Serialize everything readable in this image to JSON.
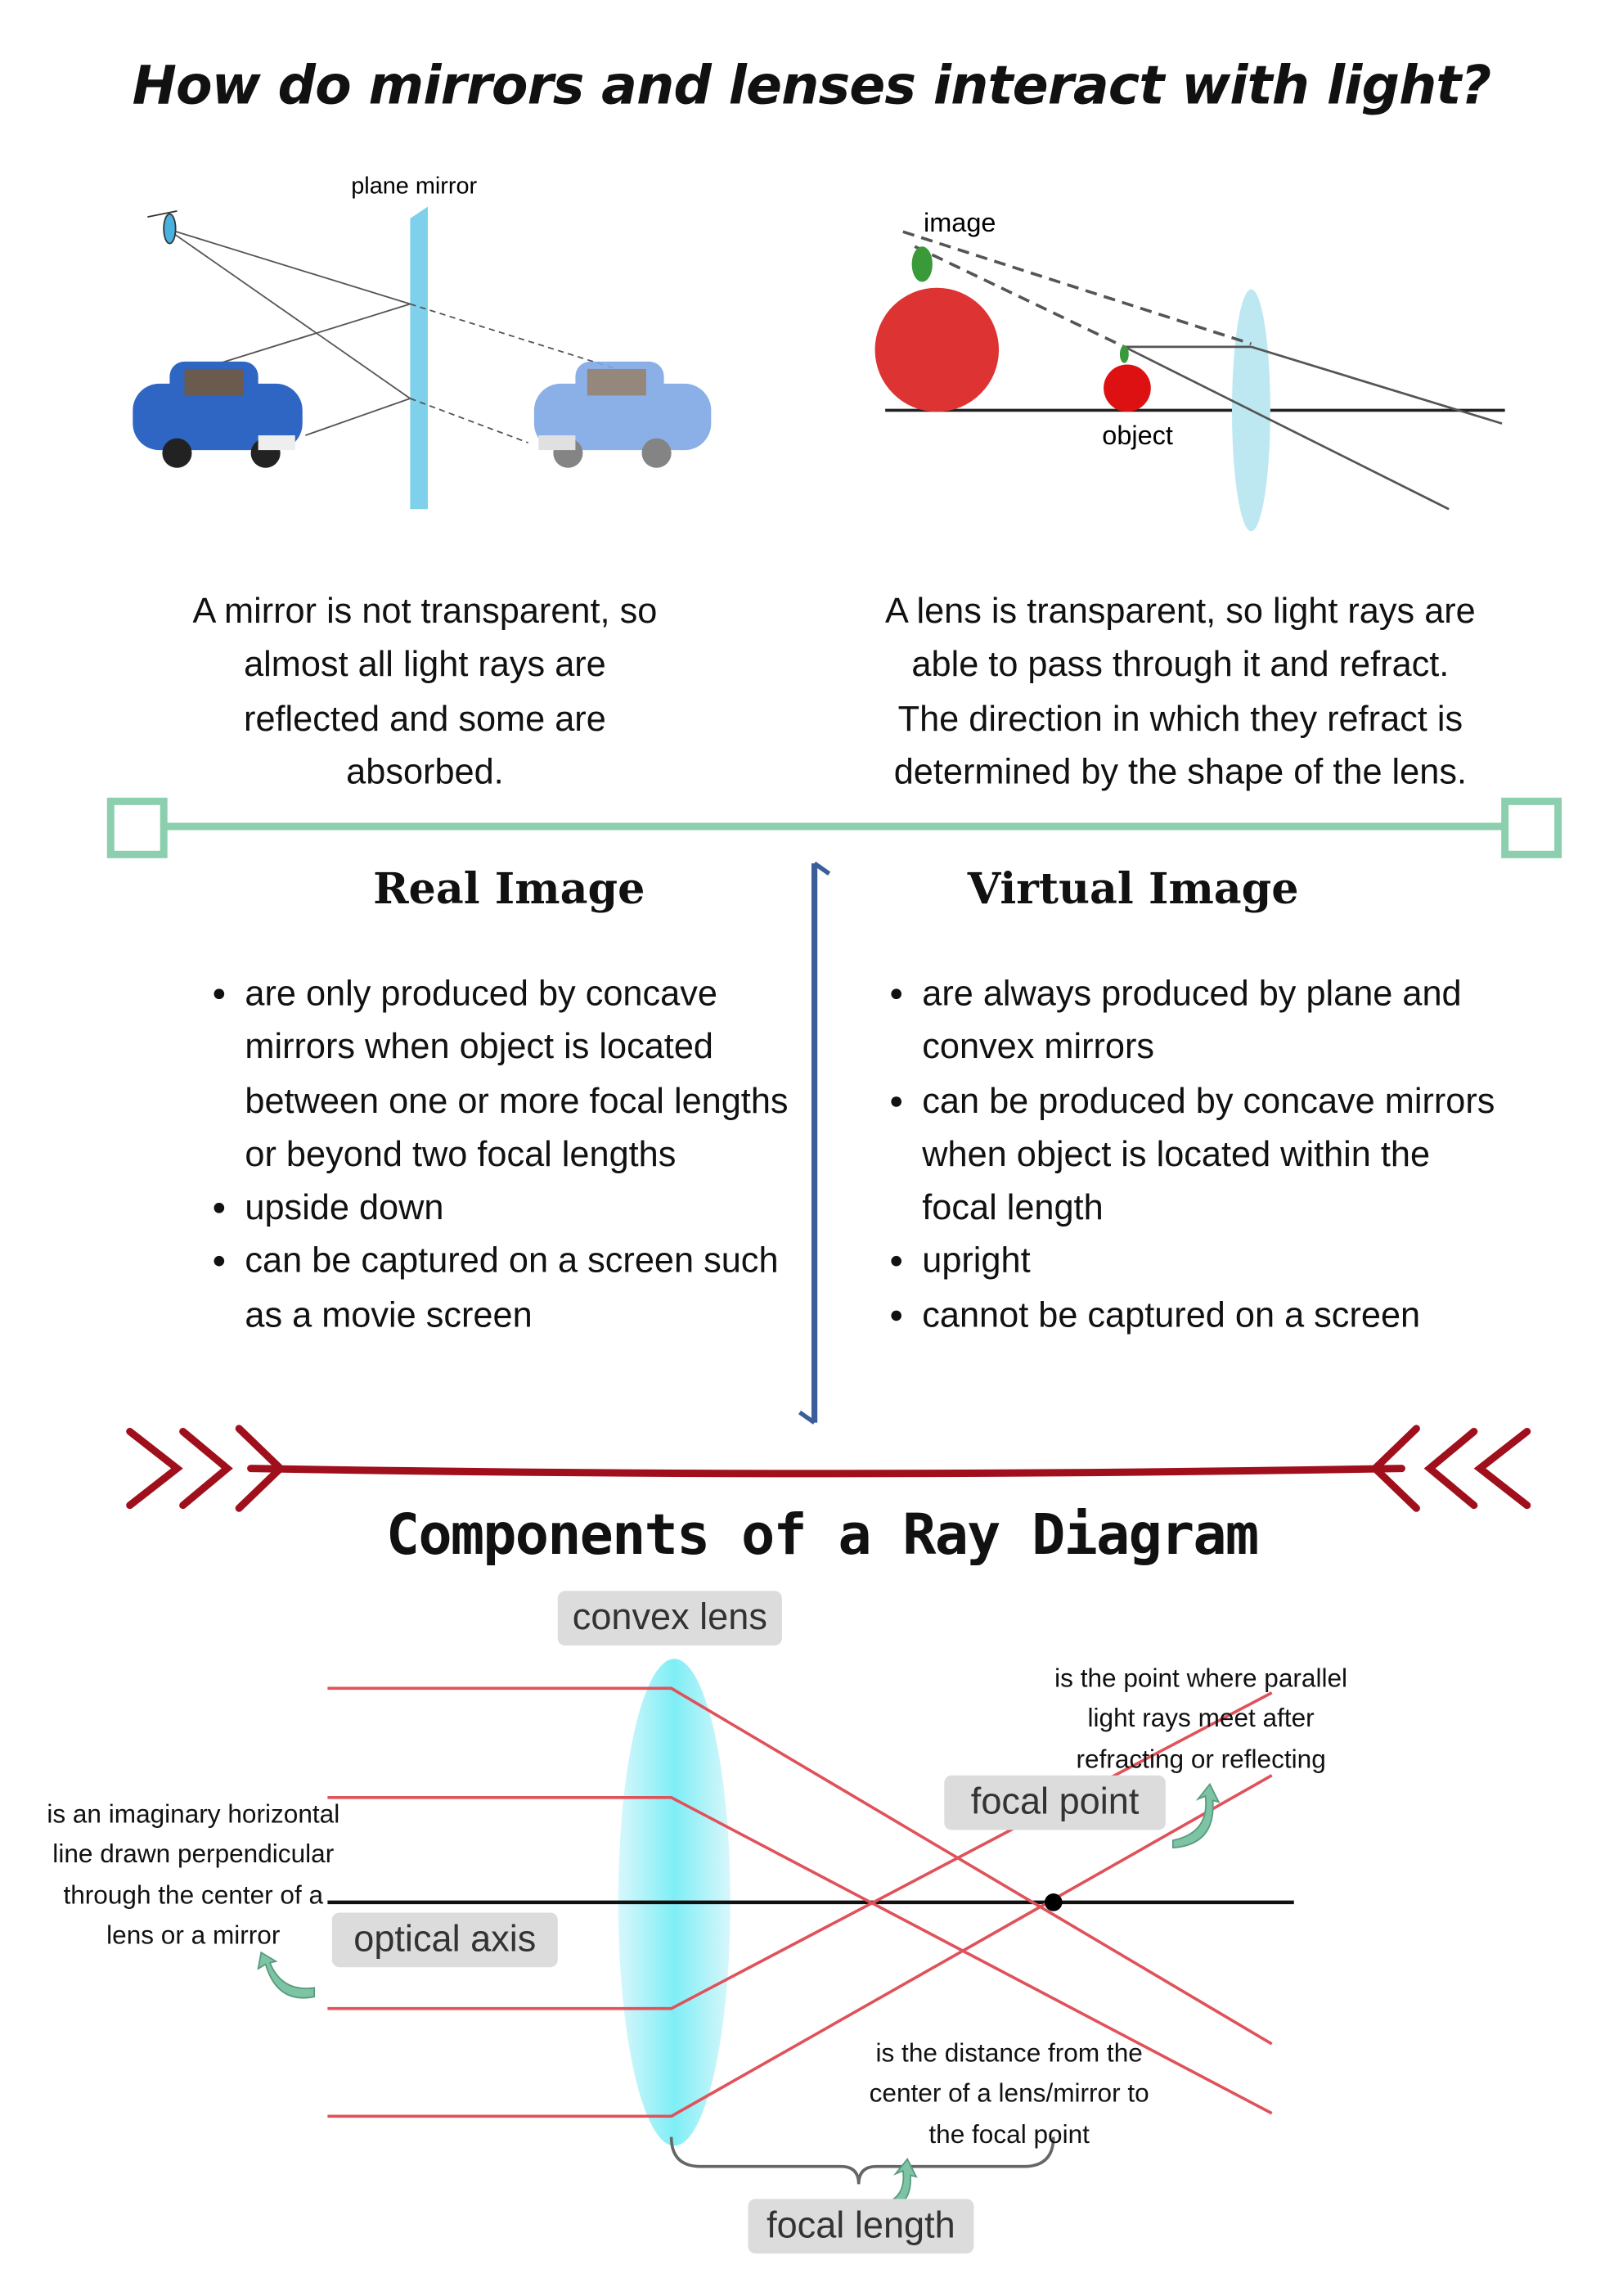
{
  "title": "How do mirrors and lenses interact with light?",
  "mirror_diagram": {
    "label": "plane mirror"
  },
  "lens_diagram": {
    "image_label": "image",
    "object_label": "object"
  },
  "mirror_text": [
    "A mirror is not transparent, so",
    "almost all light rays are",
    "reflected and some are",
    "absorbed."
  ],
  "lens_text": [
    "A lens is transparent, so light rays are",
    "able to pass through it and refract.",
    "The direction in which they refract is",
    "determined by the shape of the lens."
  ],
  "real_image": {
    "heading": "Real Image",
    "bullets": [
      "are only produced by concave mirrors when object is located between one or more focal lengths or beyond two focal lengths",
      "upside down",
      "can be captured on a screen such as a movie screen"
    ]
  },
  "virtual_image": {
    "heading": "Virtual Image",
    "bullets": [
      "are always produced by plane and convex mirrors",
      "can be produced by concave mirrors when object is located within the focal length",
      "upright",
      "cannot be captured on a screen"
    ]
  },
  "ray_diagram": {
    "heading": "Components of a Ray Diagram",
    "convex_lens": "convex lens",
    "focal_point": "focal point",
    "optical_axis": "optical axis",
    "focal_length": "focal length",
    "focal_point_note": [
      "is the point where parallel",
      "light rays meet after",
      "refracting or reflecting"
    ],
    "optical_axis_note": [
      "is an imaginary horizontal",
      "line drawn perpendicular",
      "through the center of a",
      "lens or a mirror"
    ],
    "focal_length_note": [
      "is the distance from the",
      "center of a lens/mirror to",
      "the focal point"
    ]
  },
  "colors": {
    "divider_green": "#8ccfae",
    "divider_blue": "#3a5e99",
    "divider_red": "#a00f1c",
    "ray_red": "#e0525a",
    "lens_cyan": "#8eeef5"
  }
}
